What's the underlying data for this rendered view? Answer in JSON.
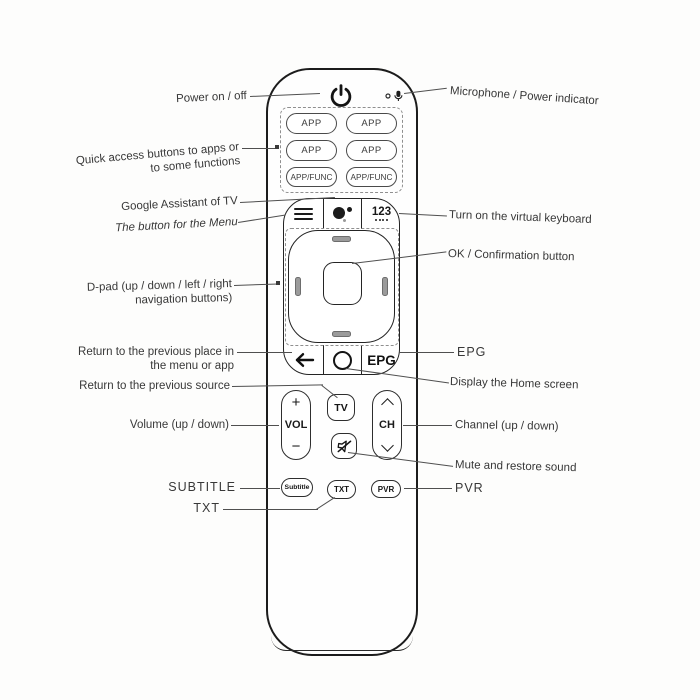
{
  "page": {
    "background": "#fdfdfc"
  },
  "colors": {
    "ink": "#1f1f1f",
    "leader_line": "#4f4f4f",
    "label_text": "#383838",
    "tick_fill": "#9b9b9b"
  },
  "icons": {
    "power": "power-icon",
    "microphone_indicator": "microphone-indicator-icon",
    "menu": "menu-icon",
    "assistant": "google-assistant-icon",
    "back": "back-arrow-icon",
    "home": "home-circle-icon",
    "mute": "mute-speaker-icon",
    "channel_up": "chevron-up-icon",
    "channel_down": "chevron-down-icon"
  },
  "remote": {
    "apps": [
      "APP",
      "APP",
      "APP",
      "APP",
      "APP/FUNC",
      "APP/FUNC"
    ],
    "keyboard": {
      "label": "123"
    },
    "epg": {
      "label": "EPG"
    },
    "vol": {
      "plus": "+",
      "label": "VOL",
      "minus": "−"
    },
    "ch": {
      "label": "CH"
    },
    "tv": {
      "label": "TV"
    },
    "subtitle": {
      "label": "Subtitle"
    },
    "txt": {
      "label": "TXT"
    },
    "pvr": {
      "label": "PVR"
    }
  },
  "annotations": {
    "power": "Power on / off",
    "mic": "Microphone / Power indicator",
    "quick_access_line1": "Quick access buttons to apps or",
    "quick_access_line2": "to some functions",
    "assistant": "Google Assistant of TV",
    "menu": "The button for the Menu",
    "keyboard": "Turn on the virtual keyboard",
    "ok": "OK / Confirmation button",
    "dpad_line1": "D-pad (up / down / left / right",
    "dpad_line2": "navigation buttons)",
    "return_place_line1": "Return to the previous place in",
    "return_place_line2": "the menu or app",
    "epg": "EPG",
    "home": "Display the Home screen",
    "return_source": "Return to the previous source",
    "volume": "Volume (up / down)",
    "channel": "Channel (up / down)",
    "mute": "Mute and restore sound",
    "subtitle": "SUBTITLE",
    "txt": "TXT",
    "pvr": "PVR"
  }
}
